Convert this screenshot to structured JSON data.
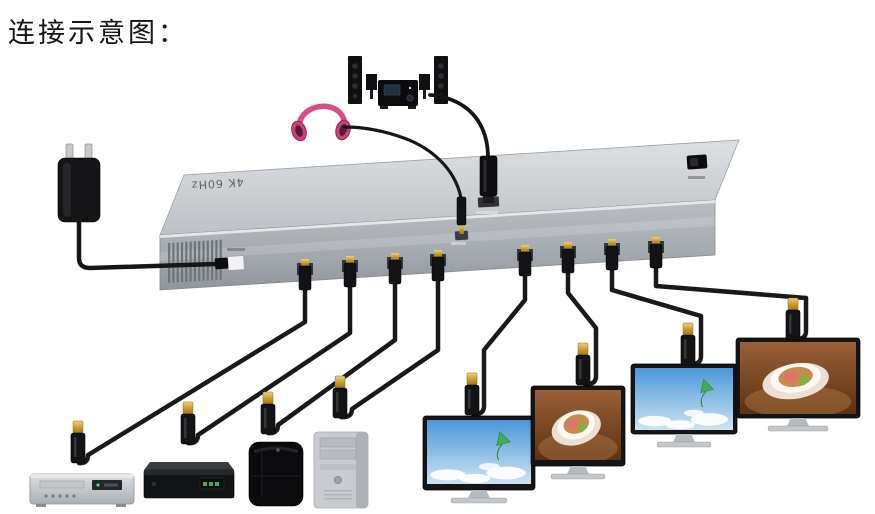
{
  "title": "连接示意图：",
  "device_label": "4K 60Hz",
  "palette": {
    "chassis_gray": "#c2c6ca",
    "cable_black": "#161616",
    "connector_gold": "#c9992a",
    "headphone_pink": "#d94f85",
    "sky_screen_blue": "#4a97d8",
    "coffee_screen_brown": "#7a4a2c"
  },
  "nodes": {
    "power": "power-adapter",
    "audio_outputs": [
      "speaker-system",
      "headphones"
    ],
    "switch": "hdmi-switch",
    "sources": [
      "dvd-player",
      "set-top-box",
      "game-console",
      "pc-tower"
    ],
    "displays": [
      "tv-1",
      "tv-2",
      "tv-3",
      "tv-4"
    ]
  }
}
